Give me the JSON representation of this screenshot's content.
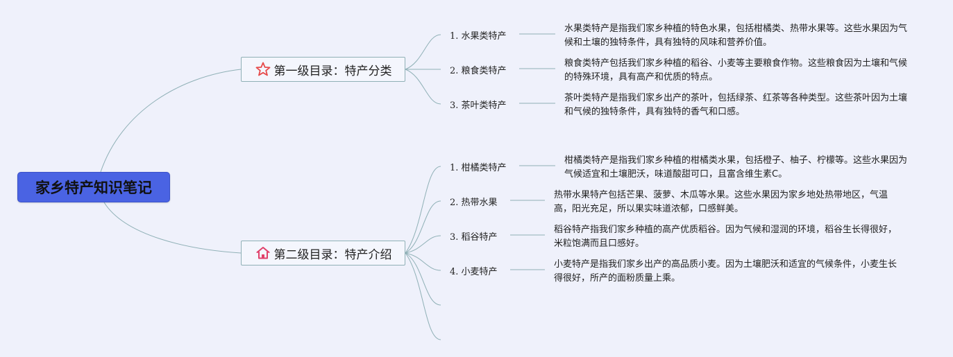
{
  "root": {
    "title": "家乡特产知识笔记"
  },
  "branches": [
    {
      "title": "第一级目录：特产分类",
      "icon": "star-icon",
      "icon_color": "#e64a4a",
      "items": [
        {
          "label": "1. 水果类特产",
          "desc": "水果类特产是指我们家乡种植的特色水果，包括柑橘类、热带水果等。这些水果因为气候和土壤的独特条件，具有独特的风味和营养价值。"
        },
        {
          "label": "2. 粮食类特产",
          "desc": "粮食类特产包括我们家乡种植的稻谷、小麦等主要粮食作物。这些粮食因为土壤和气候的特殊环境，具有高产和优质的特点。"
        },
        {
          "label": "3. 茶叶类特产",
          "desc": "茶叶类特产是指我们家乡出产的茶叶，包括绿茶、红茶等各种类型。这些茶叶因为土壤和气候的独特条件，具有独特的香气和口感。"
        }
      ]
    },
    {
      "title": "第二级目录：特产介绍",
      "icon": "house-icon",
      "icon_color": "#e0406a",
      "items": [
        {
          "label": "1. 柑橘类特产",
          "desc": "柑橘类特产是指我们家乡种植的柑橘类水果，包括橙子、柚子、柠檬等。这些水果因为气候适宜和土壤肥沃，味道酸甜可口，且富含维生素C。"
        },
        {
          "label": "2. 热带水果",
          "desc": "热带水果特产包括芒果、菠萝、木瓜等水果。这些水果因为家乡地处热带地区，气温高，阳光充足，所以果实味道浓郁，口感鲜美。"
        },
        {
          "label": "3. 稻谷特产",
          "desc": "稻谷特产指我们家乡种植的高产优质稻谷。因为气候和湿润的环境，稻谷生长得很好，米粒饱满而且口感好。"
        },
        {
          "label": "4. 小麦特产",
          "desc": "小麦特产是指我们家乡出产的高品质小麦。因为土壤肥沃和适宜的气候条件，小麦生长得很好，所产的面粉质量上乘。"
        },
        {
          "label": "",
          "desc": ""
        },
        {
          "label": "",
          "desc": ""
        }
      ]
    }
  ],
  "colors": {
    "line": "#8fb0b6",
    "root_bg": "#4a63e3",
    "bg": "#eff1fb"
  }
}
